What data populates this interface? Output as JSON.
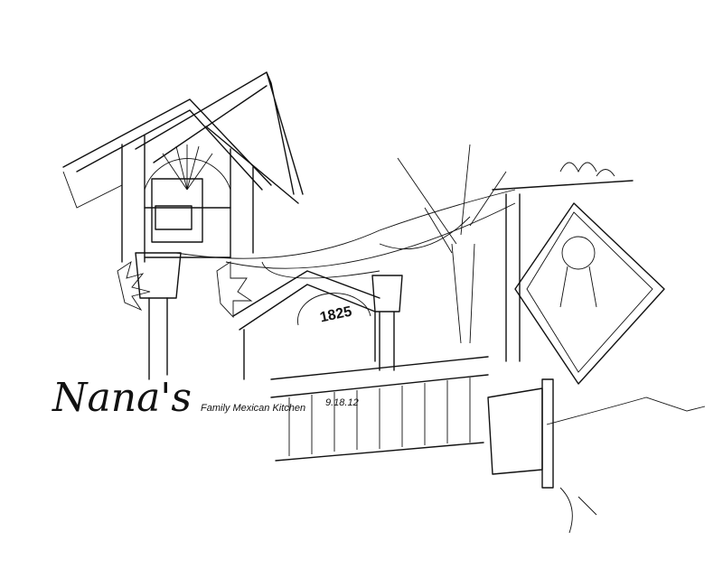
{
  "sketch": {
    "title": "Nana's",
    "subtitle": "Family Mexican Kitchen",
    "date": "9.18.12",
    "building_number": "1825"
  }
}
